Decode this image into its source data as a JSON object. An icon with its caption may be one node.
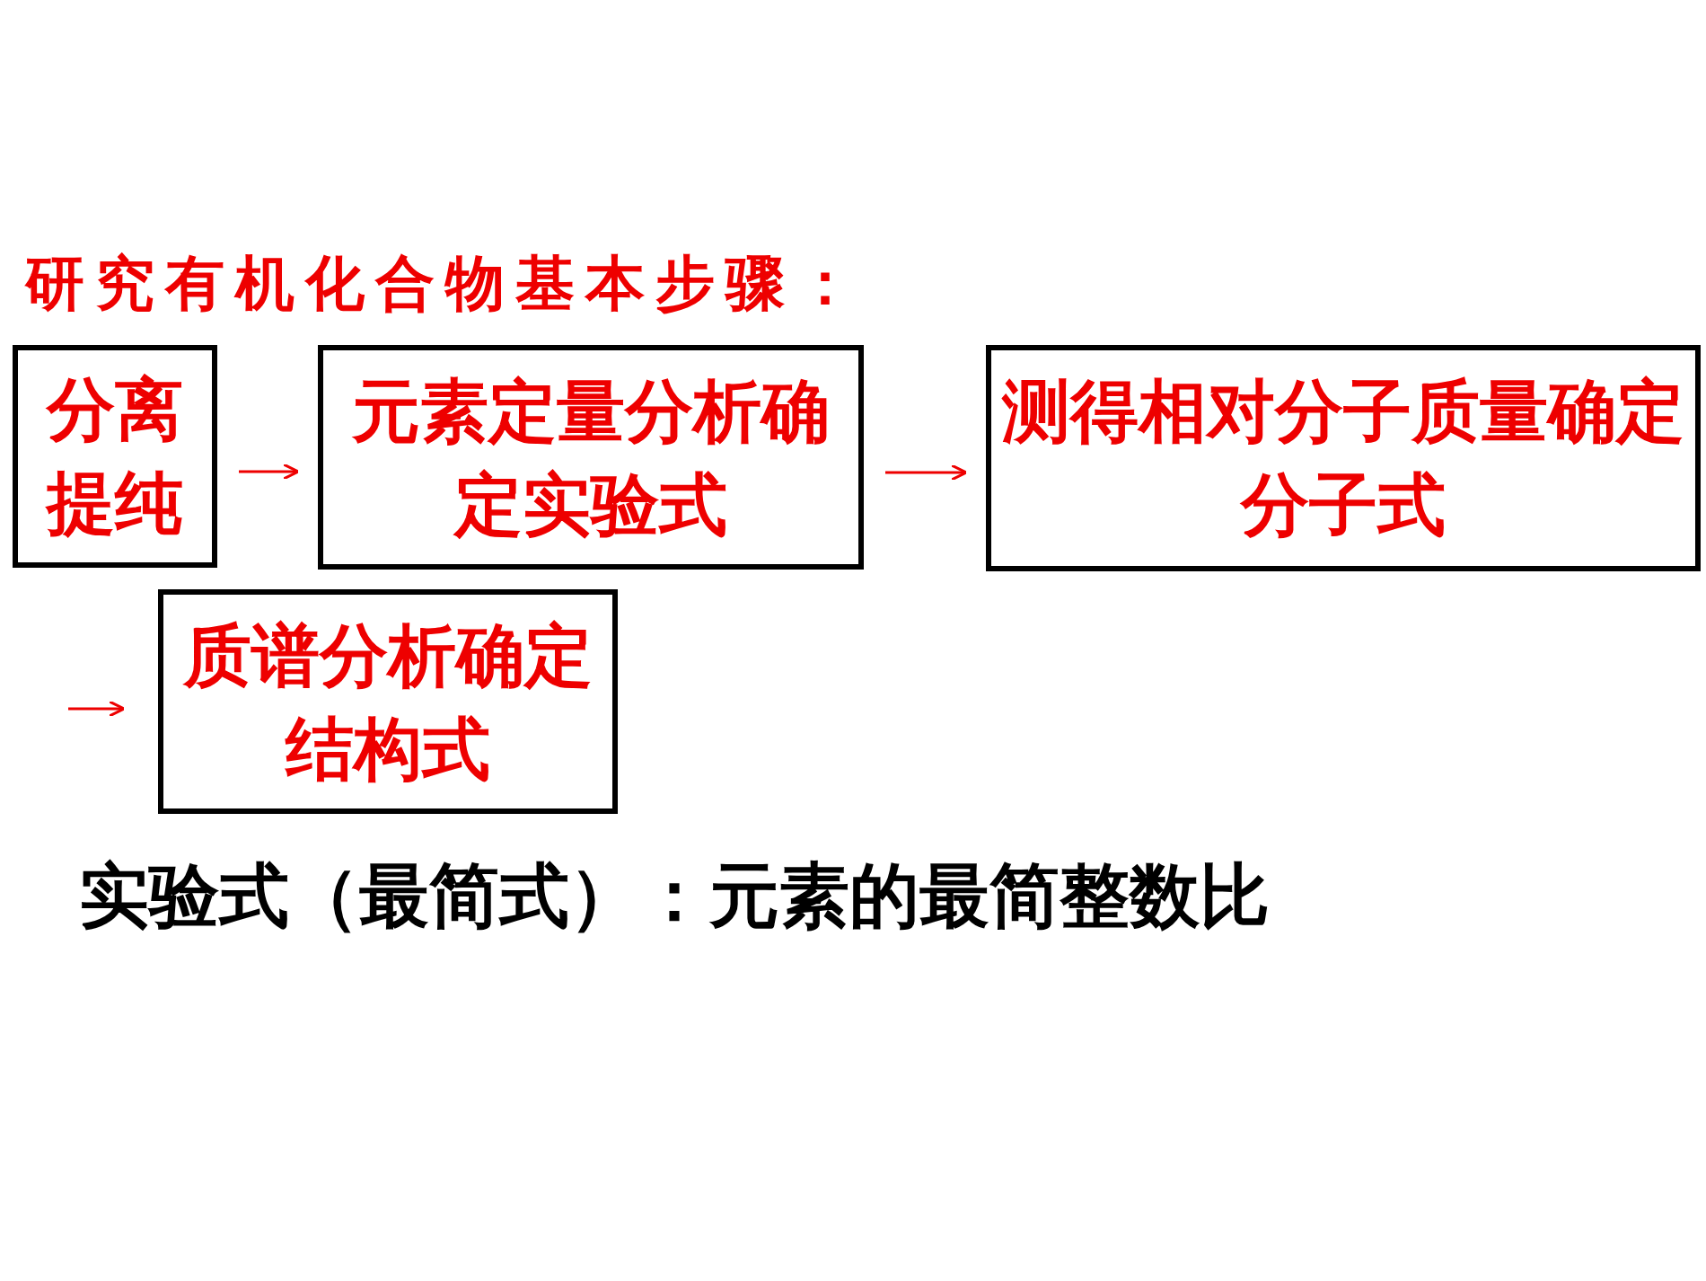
{
  "diagram": {
    "title": "研究有机化合物基本步骤：",
    "nodes": [
      {
        "text": [
          "分离提纯"
        ]
      },
      {
        "text": [
          "元素定量分析确定实验式"
        ]
      },
      {
        "text": [
          "测得相对分子质量确定分子式"
        ]
      },
      {
        "text": [
          "质谱分析确定结构式"
        ]
      }
    ],
    "edges": [
      {
        "from": 0,
        "to": 1,
        "arrow": "to"
      },
      {
        "from": 1,
        "to": 2,
        "arrow": "to"
      },
      {
        "from": null,
        "to": 3,
        "arrow": "to"
      }
    ],
    "labels": [
      "实验式（最简式）：元素的最简整数比"
    ]
  }
}
